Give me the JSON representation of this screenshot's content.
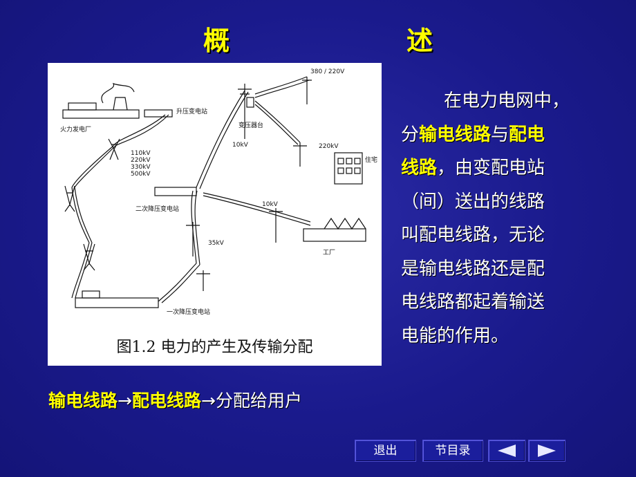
{
  "title": "概　　述",
  "figure": {
    "caption": "图1.2  电力的产生及传输分配",
    "labels": {
      "plant": "火力发电厂",
      "step_up": "升压变电站",
      "voltages": [
        "110kV",
        "220kV",
        "330kV",
        "500kV"
      ],
      "secondary": "二次降压变电站",
      "primary": "一次降压变电站",
      "transformer": "变压器台",
      "v10a": "10kV",
      "v10b": "10kV",
      "v35": "35kV",
      "v220": "220kV",
      "v380": "380 / 220V",
      "house": "住宅",
      "factory": "工厂"
    }
  },
  "paragraph": {
    "line1": "在电力电网中，",
    "p2_pre": "分",
    "p2_hl1": "输电线路",
    "p2_mid": "与",
    "p2_hl2a": "配电",
    "p3_hl2b": "线路",
    "p3_rest": "，由变配电站",
    "line4": "（间）送出的线路",
    "line5": "叫配电线路，无论",
    "line6": "是输电线路还是配",
    "line7": "电线路都起着输送",
    "line8": "电能的作用。"
  },
  "flow": {
    "step1": "输电线路",
    "arrow1": "→",
    "step2": "配电线路",
    "arrow2": "→",
    "step3": "分配给用户"
  },
  "nav": {
    "exit": "退出",
    "toc": "节目录",
    "prev_icon": "triangle-left-icon",
    "next_icon": "triangle-right-icon"
  },
  "colors": {
    "background": "#1a1a8c",
    "highlight": "#ffff00",
    "text": "#ffffff",
    "button": "#1b1e9c"
  }
}
